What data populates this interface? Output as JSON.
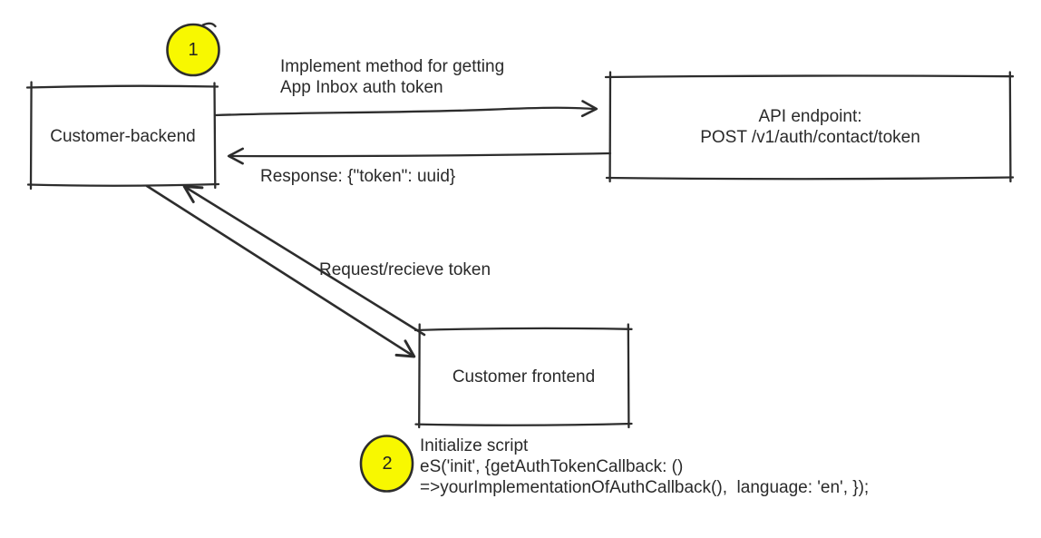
{
  "nodes": {
    "backend": {
      "label": "Customer-backend"
    },
    "api_endpoint": {
      "label": "API endpoint:\nPOST /v1/auth/contact/token"
    },
    "frontend": {
      "label": "Customer frontend"
    }
  },
  "steps": [
    {
      "number": "1"
    },
    {
      "number": "2"
    }
  ],
  "edge_labels": {
    "implement": "Implement method for getting\nApp Inbox auth token",
    "response": "Response: {\"token\": uuid}",
    "request": "Request/recieve token"
  },
  "script_note": "Initialize script\neS('init', {getAuthTokenCallback: ()\n=>yourImplementationOfAuthCallback(),  language: 'en', });",
  "colors": {
    "line": "#2d2d2d",
    "text": "#2a2a2a",
    "step_circle_fill": "#f8f800"
  }
}
